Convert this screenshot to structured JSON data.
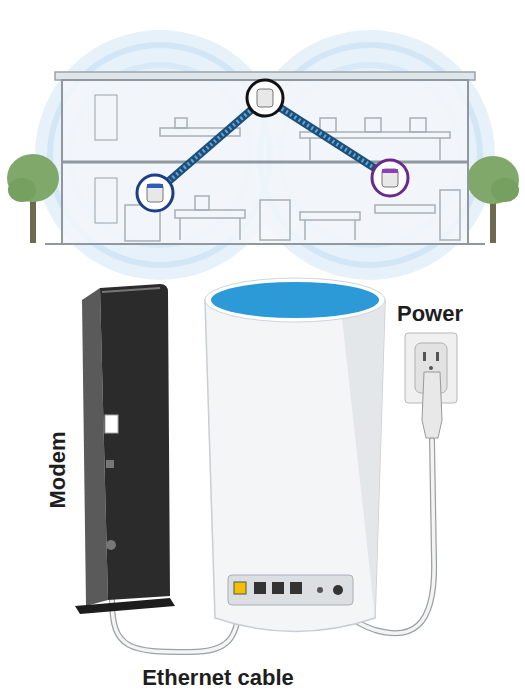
{
  "diagram": {
    "labels": [
      "Power",
      "Modem",
      "Ethernet cable"
    ]
  }
}
